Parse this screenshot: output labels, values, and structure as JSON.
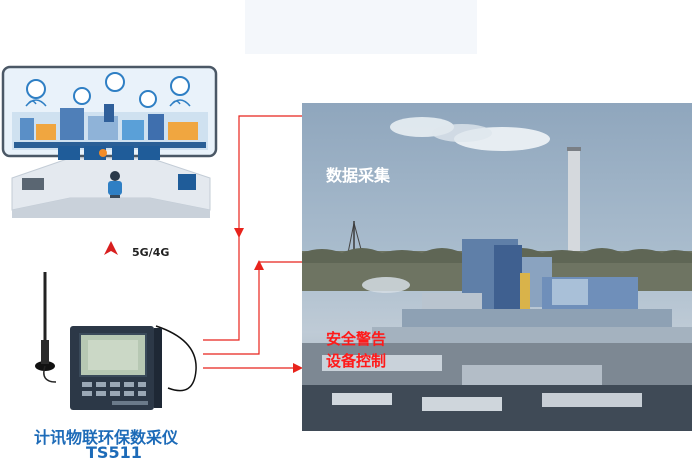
{
  "photo": {
    "label_collect": "数据采集",
    "label_alarm": "安全警告",
    "label_control": "设备控制"
  },
  "network": {
    "label": "5G/4G"
  },
  "device": {
    "name": "计讯物联环保数采仪",
    "model": "TS511"
  },
  "colors": {
    "arrow": "#e8231c",
    "label_blue": "#1d6bb8",
    "alert_red": "#ff1a1a"
  }
}
